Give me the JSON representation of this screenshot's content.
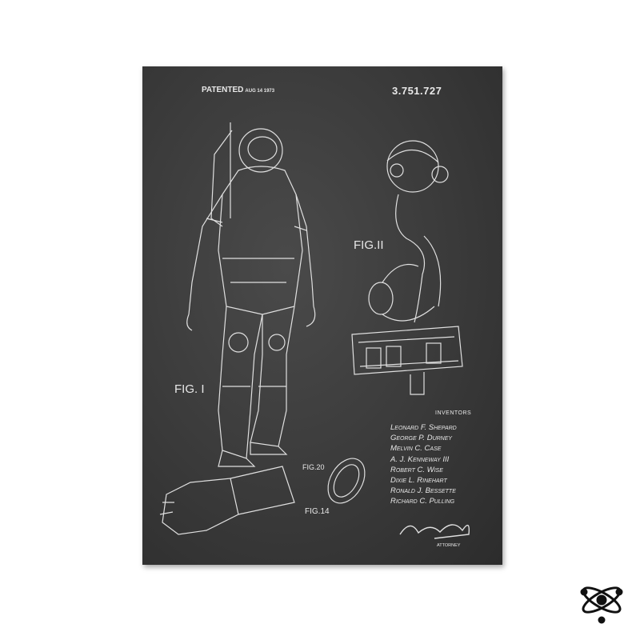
{
  "poster": {
    "patented_label": "PATENTED",
    "patented_date": "AUG 14 1973",
    "patent_number": "3.751.727",
    "figures": {
      "fig1": "FIG. I",
      "fig11": "FIG.II",
      "fig20": "FIG.20",
      "fig14": "FIG.14"
    },
    "inventors_heading": "INVENTORS",
    "inventors": [
      "Leonard F. Shepard",
      "George P. Durney",
      "Melvin C. Case",
      "A. J. Kenneway III",
      "Robert C. Wise",
      "Dixie L. Rinehart",
      "Ronald J. Bessette",
      "Richard C. Pulling"
    ],
    "attorney_label": "ATTORNEY",
    "background_color": "#3a3a3a",
    "line_color": "#e8e8e8"
  },
  "brand_logo": {
    "icon": "atom-icon",
    "color": "#111111"
  }
}
